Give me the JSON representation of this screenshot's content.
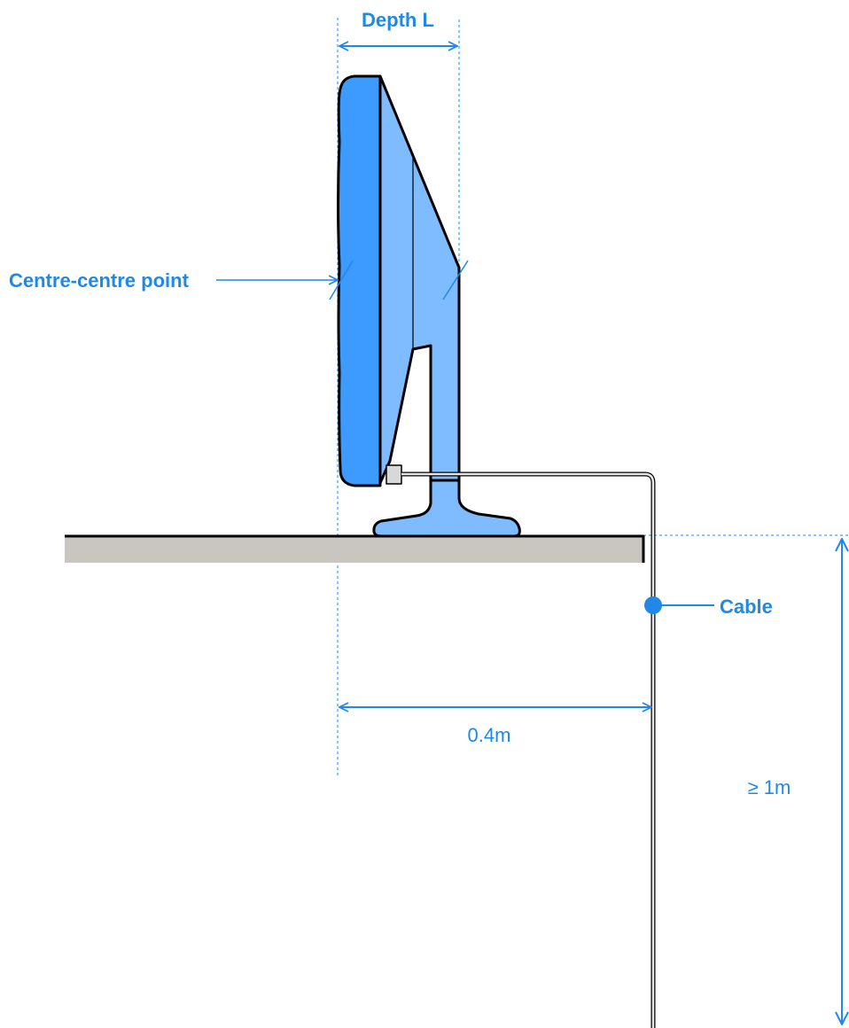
{
  "labels": {
    "depth": "Depth L",
    "centre_point": "Centre-centre point",
    "cable": "Cable",
    "horizontal_distance": "0.4m",
    "vertical_distance": "≥ 1m"
  },
  "colors": {
    "accent": "#1f88e8",
    "monitor_front": "#3d9bff",
    "monitor_body": "#7fbcff",
    "desk": "#c8c6bf",
    "outline": "#000000"
  }
}
